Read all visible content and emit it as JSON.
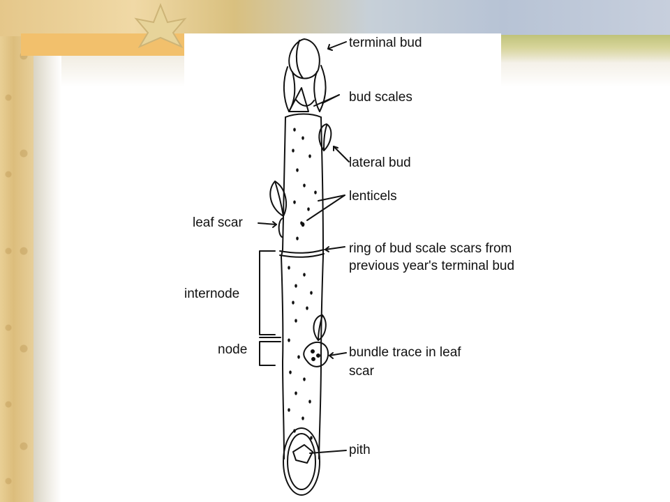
{
  "labels": {
    "terminal_bud": "terminal bud",
    "bud_scales": "bud scales",
    "lateral_bud": "lateral bud",
    "lenticels": "lenticels",
    "leaf_scar": "leaf scar",
    "ring_of_bud_scale": "ring of bud scale scars from previous year's terminal bud",
    "internode": "internode",
    "node": "node",
    "bundle_trace": "bundle trace in leaf scar",
    "pith": "pith"
  },
  "colors": {
    "ink": "#111111",
    "banner_tan": "#e5c78a",
    "banner_blue": "#b7c3d5",
    "banner_strip": "#f2c06c"
  }
}
